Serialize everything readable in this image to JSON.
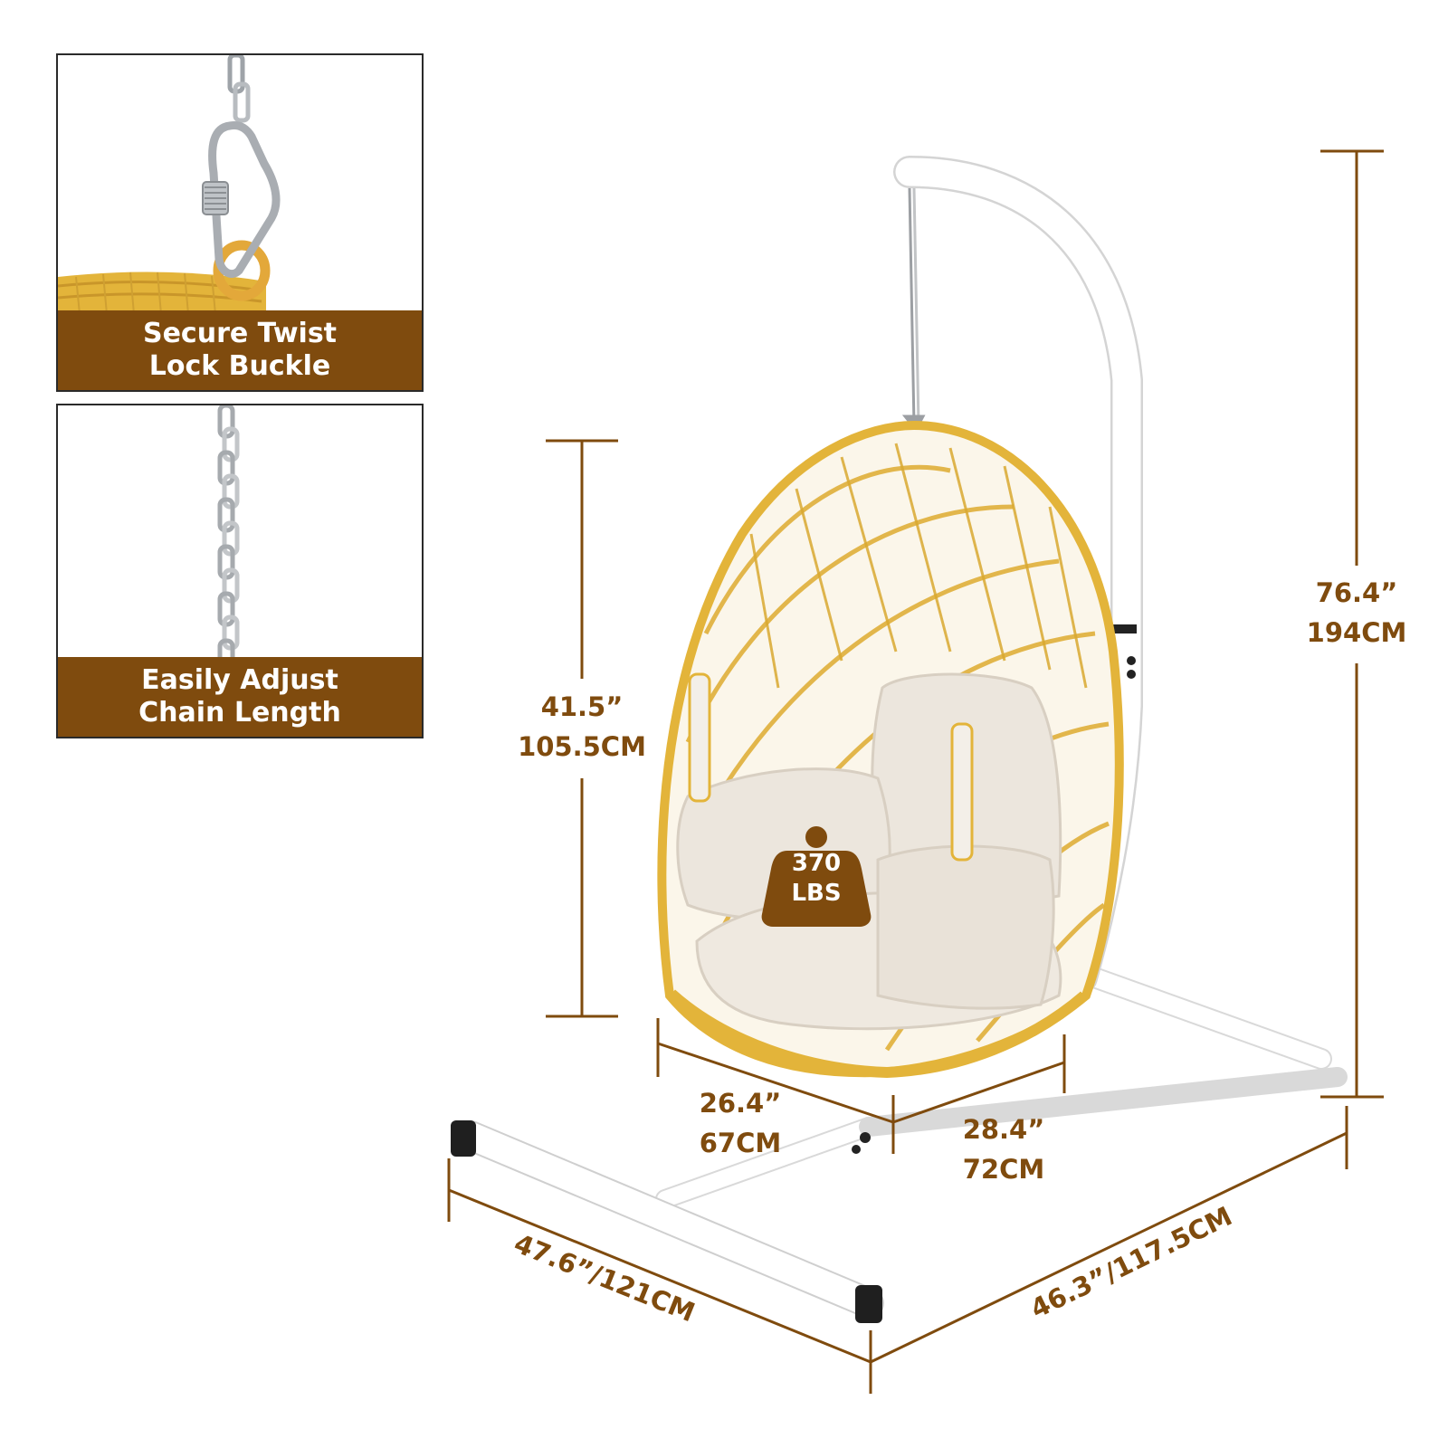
{
  "insets": {
    "buckle": {
      "line1": "Secure Twist",
      "line2": "Lock Buckle",
      "icon": "carabiner-icon"
    },
    "chain": {
      "line1": "Easily Adjust",
      "line2": "Chain Length",
      "icon": "chain-icon"
    }
  },
  "capacity": {
    "value": "370",
    "unit": "LBS",
    "icon": "weight-icon"
  },
  "dimensions": {
    "chair_height": {
      "inch": "41.5”",
      "cm": "105.5CM"
    },
    "stand_height": {
      "inch": "76.4”",
      "cm": "194CM"
    },
    "chair_depth": {
      "inch": "26.4”",
      "cm": "67CM"
    },
    "chair_width": {
      "inch": "28.4”",
      "cm": "72CM"
    },
    "base_length": "47.6”/121CM",
    "base_width": "46.3”/117.5CM"
  },
  "colors": {
    "accent": "#7f4b0e",
    "wicker": "#e3b43a",
    "frame": "#ffffff",
    "cushion": "#ece6dd"
  }
}
